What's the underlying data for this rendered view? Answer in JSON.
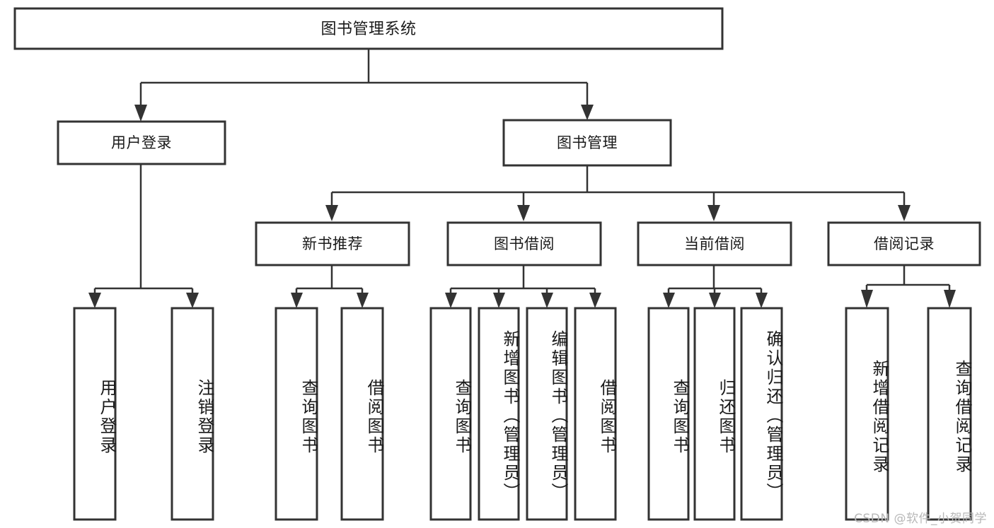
{
  "diagram": {
    "title": "图书管理系统",
    "watermark": "CSDN @软件_小贺同学",
    "type": "tree-hierarchy",
    "colors": {
      "stroke": "#333333",
      "fill": "#ffffff",
      "text": "#1a1a1a",
      "watermark": "#b8b8b8"
    },
    "levels": [
      {
        "level": 1,
        "nodes": [
          {
            "id": "root",
            "label": "图书管理系统"
          }
        ]
      },
      {
        "level": 2,
        "nodes": [
          {
            "id": "login",
            "label": "用户登录",
            "parent": "root"
          },
          {
            "id": "bookmgmt",
            "label": "图书管理",
            "parent": "root"
          }
        ]
      },
      {
        "level": 3,
        "nodes": [
          {
            "id": "newbook",
            "label": "新书推荐",
            "parent": "bookmgmt"
          },
          {
            "id": "borrow",
            "label": "图书借阅",
            "parent": "bookmgmt"
          },
          {
            "id": "current",
            "label": "当前借阅",
            "parent": "bookmgmt"
          },
          {
            "id": "record",
            "label": "借阅记录",
            "parent": "bookmgmt"
          }
        ]
      },
      {
        "level": 4,
        "nodes": [
          {
            "id": "leaf1",
            "label": "用户登录",
            "parent": "login"
          },
          {
            "id": "leaf2",
            "label": "注销登录",
            "parent": "login"
          },
          {
            "id": "leaf3",
            "label": "查询图书",
            "parent": "newbook"
          },
          {
            "id": "leaf4",
            "label": "借阅图书",
            "parent": "newbook"
          },
          {
            "id": "leaf5",
            "label": "查询图书",
            "parent": "borrow"
          },
          {
            "id": "leaf6",
            "label": "新增图书（管理员）",
            "parent": "borrow"
          },
          {
            "id": "leaf7",
            "label": "编辑图书（管理员）",
            "parent": "borrow"
          },
          {
            "id": "leaf8",
            "label": "借阅图书",
            "parent": "borrow"
          },
          {
            "id": "leaf9",
            "label": "查询图书",
            "parent": "current"
          },
          {
            "id": "leaf10",
            "label": "归还图书",
            "parent": "current"
          },
          {
            "id": "leaf11",
            "label": "确认归还（管理员）",
            "parent": "current"
          },
          {
            "id": "leaf12",
            "label": "新增借阅记录",
            "parent": "record"
          },
          {
            "id": "leaf13",
            "label": "查询借阅记录",
            "parent": "record"
          }
        ]
      }
    ]
  }
}
